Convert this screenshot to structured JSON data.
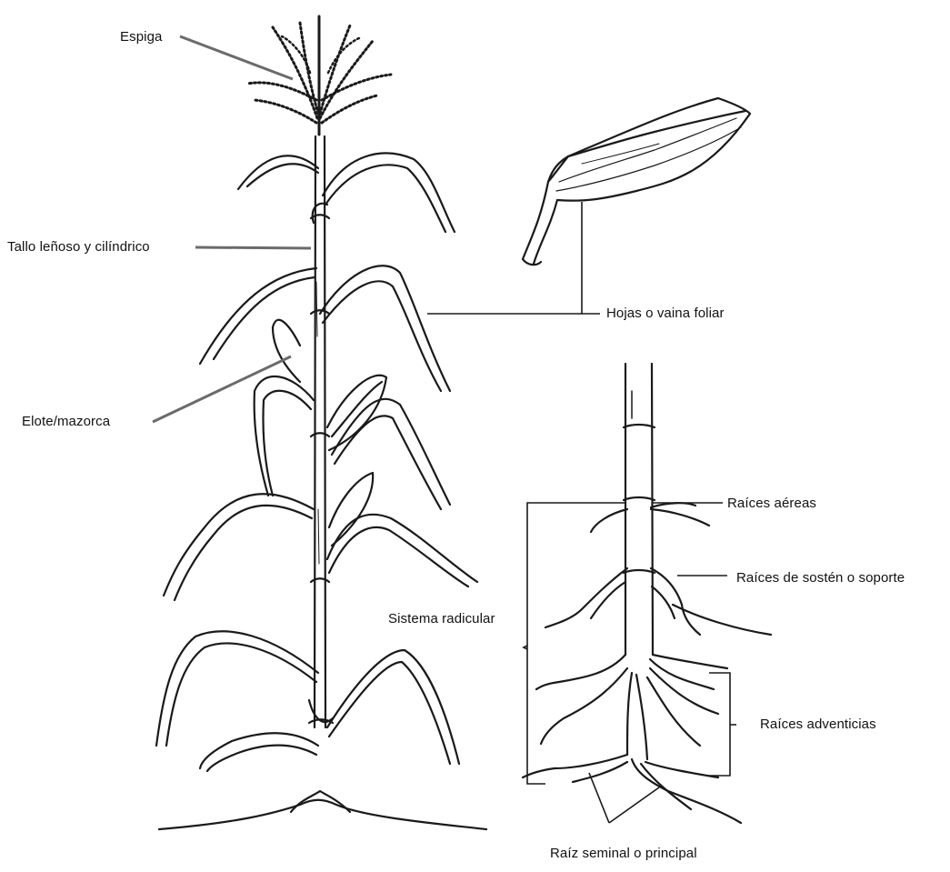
{
  "labels": {
    "espiga": "Espiga",
    "tallo": "Tallo leñoso y cilíndrico",
    "hojas": "Hojas o vaina foliar",
    "elote": "Elote/mazorca",
    "raices_aereas": "Raíces aéreas",
    "raices_sosten": "Raíces de sostén o soporte",
    "sistema_radicular": "Sistema radicular",
    "raices_adventicias": "Raíces adventicias",
    "raiz_seminal": "Raíz seminal o principal"
  },
  "colors": {
    "ink": "#1a1a1a",
    "leader_gray": "#6b6b6b",
    "background": "#ffffff"
  }
}
